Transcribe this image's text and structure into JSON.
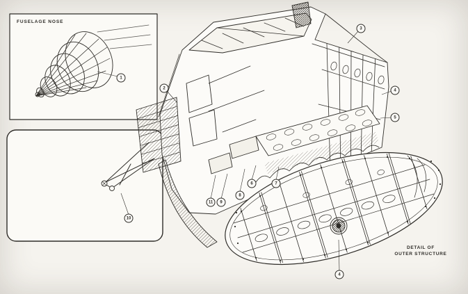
{
  "figure": {
    "paper_color": "#f5f3ee",
    "ink_color": "#2e2c28",
    "labels": {
      "nose_inset": "FUSELAGE NOSE",
      "outer_detail_line1": "DETAIL OF",
      "outer_detail_line2": "OUTER STRUCTURE"
    },
    "callouts": [
      {
        "label": "1"
      },
      {
        "label": "2"
      },
      {
        "label": "3"
      },
      {
        "label": "4"
      },
      {
        "label": "5"
      },
      {
        "label": "6"
      },
      {
        "label": "7"
      },
      {
        "label": "8"
      },
      {
        "label": "9"
      },
      {
        "label": "10"
      },
      {
        "label": "11"
      },
      {
        "label": "4"
      }
    ]
  }
}
